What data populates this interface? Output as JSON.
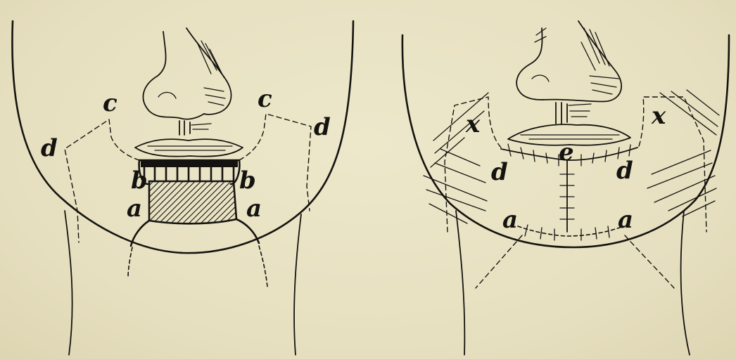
{
  "figures": [
    {
      "panel": "left",
      "labels": {
        "c_left": "c",
        "c_right": "c",
        "d_left": "d",
        "d_right": "d",
        "b_left": "b",
        "b_right": "b",
        "a_left": "a",
        "a_right": "a"
      }
    },
    {
      "panel": "right",
      "labels": {
        "x_left": "x",
        "x_right": "x",
        "d_left": "d",
        "d_right": "d",
        "e_center": "e",
        "a_left": "a",
        "a_right": "a"
      }
    }
  ],
  "colors": {
    "paper": "#e9e3c4",
    "ink": "#151310"
  }
}
